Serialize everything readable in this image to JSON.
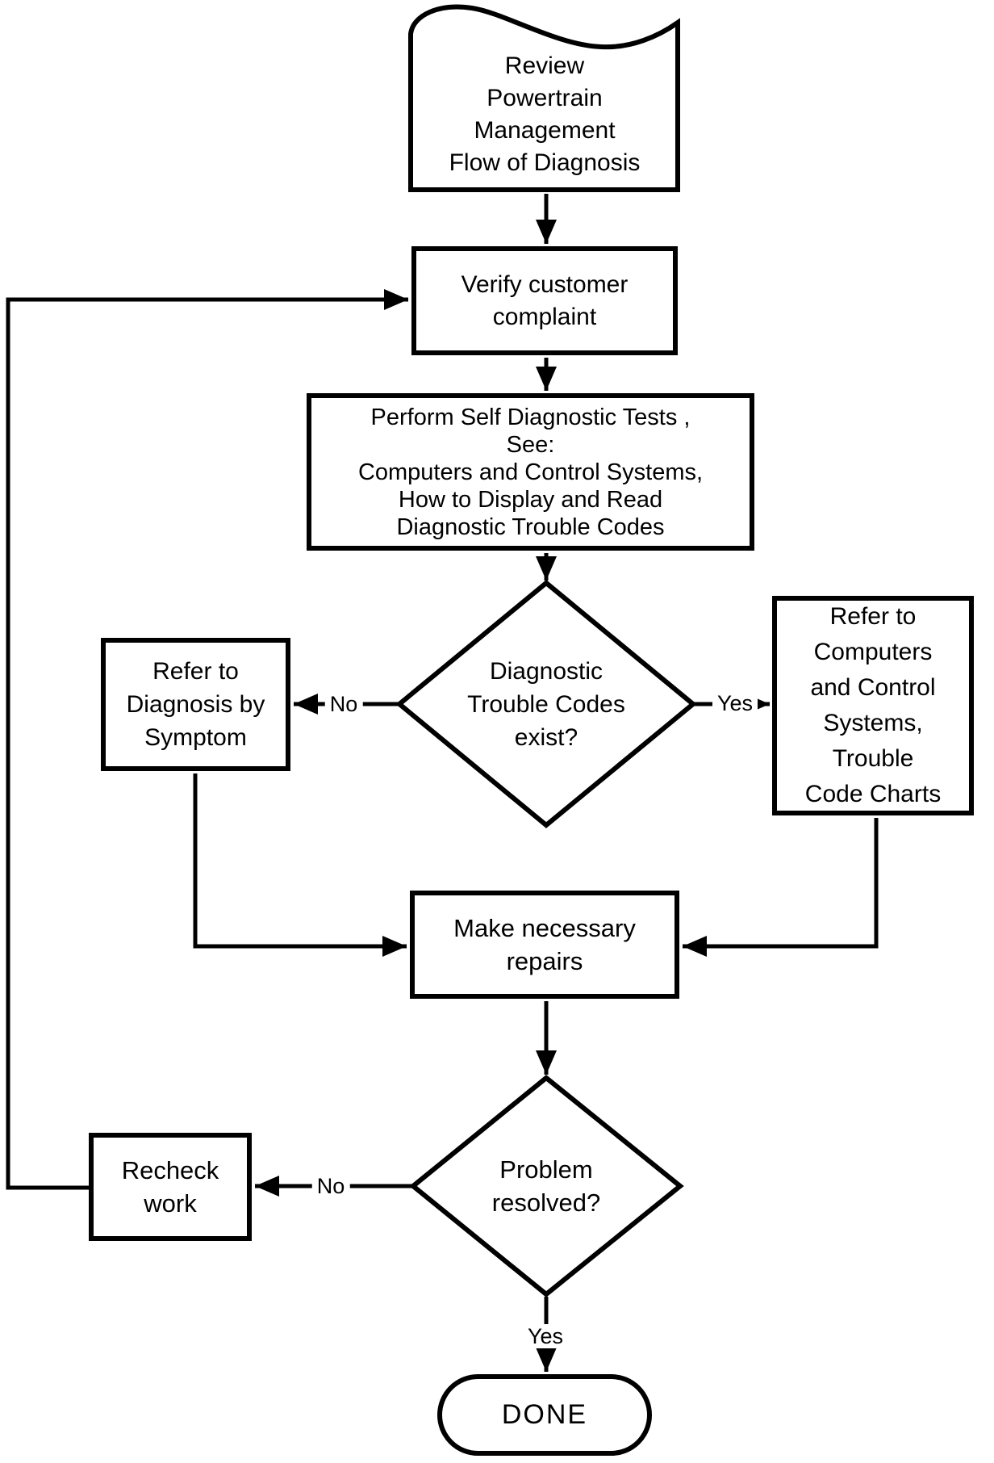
{
  "diagram": {
    "title": "Powertrain Management Flow of Diagnosis flowchart",
    "colors": {
      "background": "#ffffff",
      "line": "#000000",
      "text": "#000000",
      "node_fill": "#ffffff"
    },
    "nodes": {
      "review": {
        "type": "document",
        "text": "Review\nPowertrain\nManagement\nFlow of Diagnosis"
      },
      "verify": {
        "type": "process",
        "text": "Verify customer\ncomplaint"
      },
      "perform": {
        "type": "process",
        "text": "Perform Self Diagnostic Tests ,\nSee:\nComputers and Control Systems,\nHow to Display and Read\nDiagnostic Trouble Codes"
      },
      "dtc_exist": {
        "type": "decision",
        "text": "Diagnostic\nTrouble Codes\nexist?"
      },
      "refer_symptom": {
        "type": "process",
        "text": "Refer to\nDiagnosis by\nSymptom"
      },
      "refer_computers": {
        "type": "process",
        "text": "Refer to\nComputers\nand Control\nSystems,\nTrouble\nCode Charts"
      },
      "make_repairs": {
        "type": "process",
        "text": "Make necessary\nrepairs"
      },
      "problem_resolved": {
        "type": "decision",
        "text": "Problem\nresolved?"
      },
      "recheck": {
        "type": "process",
        "text": "Recheck\nwork"
      },
      "done": {
        "type": "terminator",
        "text": "DONE"
      }
    },
    "labels": {
      "dtc_no": "No",
      "dtc_yes": "Yes",
      "resolved_no": "No",
      "resolved_yes": "Yes"
    }
  }
}
